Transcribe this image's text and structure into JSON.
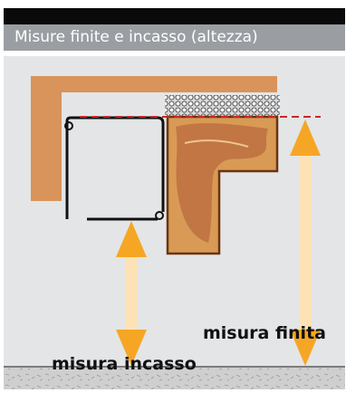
{
  "header": {
    "title": "Misure finite e incasso (altezza)"
  },
  "diagram": {
    "labels": {
      "finished": "misura finita",
      "recess": "misura incasso"
    }
  },
  "colors": {
    "header_black": "#0a0a0a",
    "header_gray": "#9a9ea3",
    "panel_bg": "#e4e5e6",
    "wall": "#d8945a",
    "arrow_orange": "#f6a625",
    "arrow_shaft": "#fde2b5",
    "dashed_line": "#c62828",
    "floor": "#c9c9c9"
  }
}
